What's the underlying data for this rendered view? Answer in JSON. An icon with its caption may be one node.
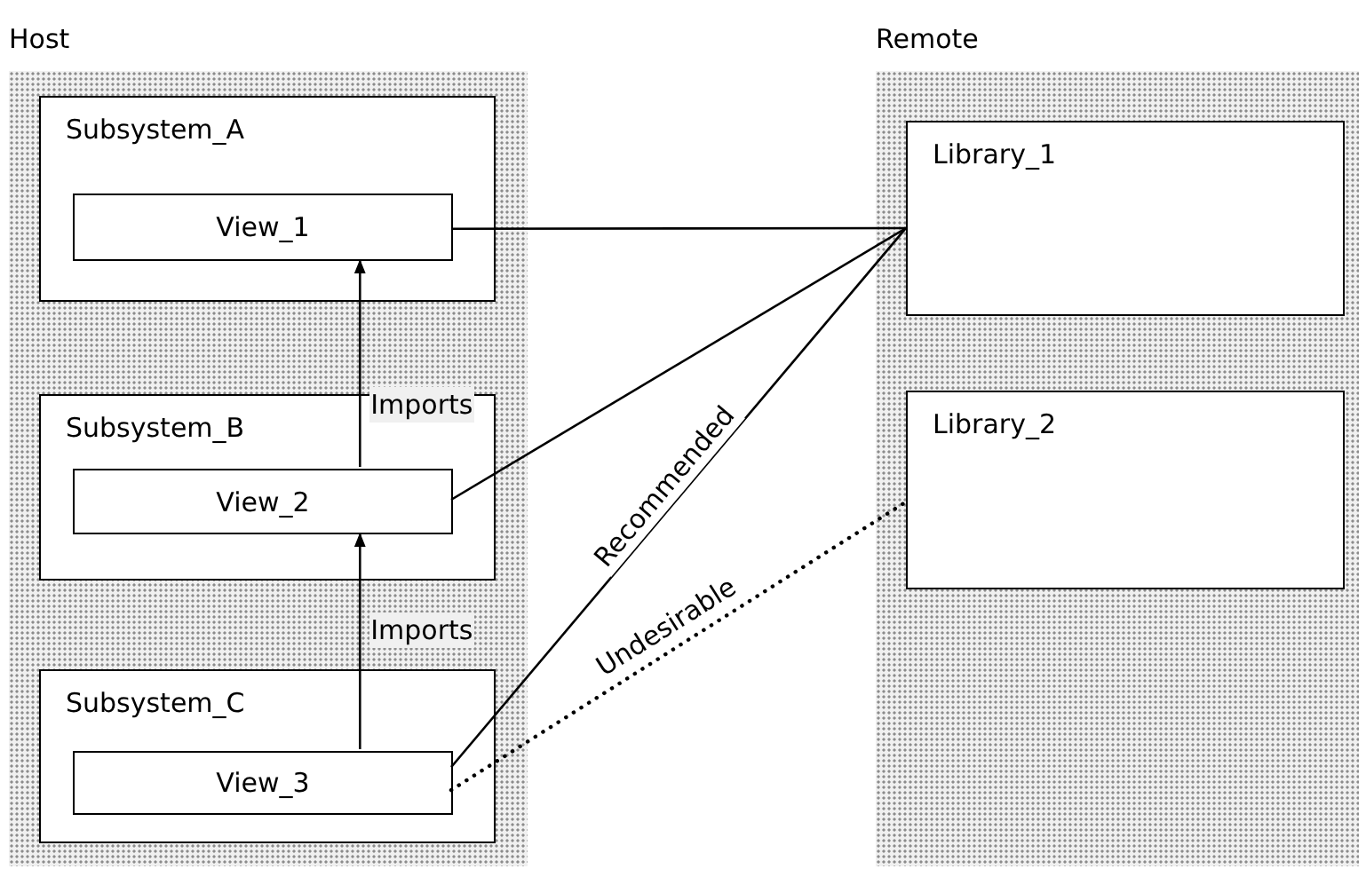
{
  "diagram": {
    "nodes": [
      {
        "text": [
          "Host"
        ]
      },
      {
        "text": [
          "Subsystem_A"
        ],
        "in": 0
      },
      {
        "text": [
          "View_1"
        ],
        "in": 1
      },
      {
        "text": [
          "Subsystem_B"
        ],
        "in": 0
      },
      {
        "text": [
          "View_2"
        ],
        "in": 3
      },
      {
        "text": [
          "Subsystem_C"
        ],
        "in": 0
      },
      {
        "text": [
          "View_3"
        ],
        "in": 5
      },
      {
        "text": [
          "Remote"
        ]
      },
      {
        "text": [
          "Library_1"
        ],
        "in": 7
      },
      {
        "text": [
          "Library_2"
        ],
        "in": 7
      }
    ],
    "edges": [
      {
        "from": 4,
        "to": 2,
        "arrow": "to",
        "label": "Imports"
      },
      {
        "from": 6,
        "to": 4,
        "arrow": "to",
        "label": "Imports"
      },
      {
        "from": 2,
        "to": 8,
        "arrow": "none"
      },
      {
        "from": 4,
        "to": 8,
        "arrow": "none"
      },
      {
        "from": 6,
        "to": 8,
        "arrow": "none",
        "label": "Recommended"
      },
      {
        "from": 6,
        "to": 9,
        "arrow": "none",
        "label": "Undesirable",
        "style": "dashed"
      }
    ]
  }
}
